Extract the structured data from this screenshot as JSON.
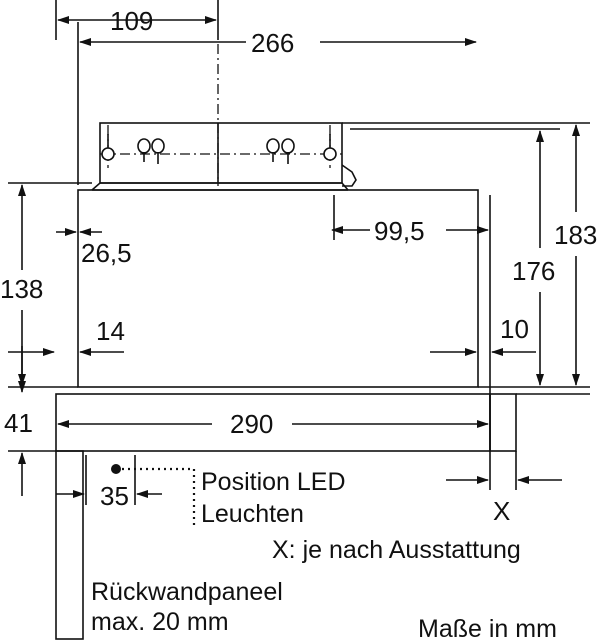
{
  "colors": {
    "line": "#111111",
    "background": "#ffffff"
  },
  "dimensions": {
    "d109": "109",
    "d266": "266",
    "d26_5": "26,5",
    "d99_5": "99,5",
    "d138": "138",
    "d14": "14",
    "d10": "10",
    "d176": "176",
    "d183": "183",
    "d41": "41",
    "d290": "290",
    "d35": "35",
    "x": "X"
  },
  "notes": {
    "led_line1": "Position LED",
    "led_line2": "Leuchten",
    "x_note": "X: je nach Ausstattung",
    "panel_line1": "Rückwandpaneel",
    "panel_line2": "max. 20 mm",
    "units": "Maße in mm"
  }
}
